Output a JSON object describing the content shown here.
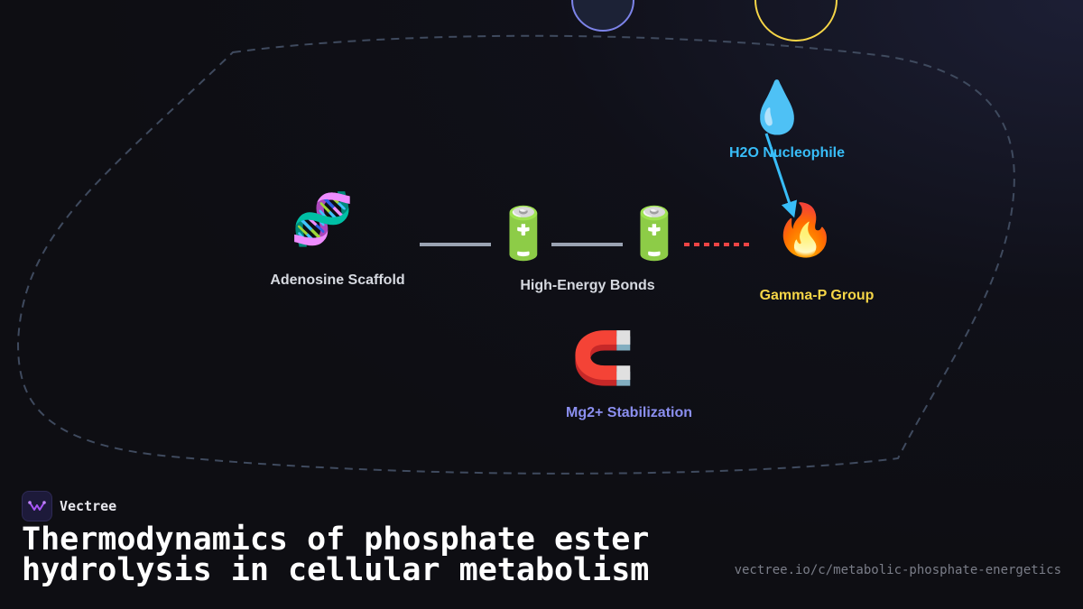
{
  "diagram": {
    "nodes": {
      "adenosine": {
        "label": "Adenosine Scaffold",
        "icon": "dna-icon",
        "glyph": "🧬",
        "color": "#d6d9e0"
      },
      "bond1": {
        "icon": "battery-icon",
        "glyph": "🔋"
      },
      "bond2": {
        "icon": "battery-icon",
        "glyph": "🔋"
      },
      "bonds": {
        "label": "High-Energy Bonds",
        "color": "#d6d9e0"
      },
      "gamma": {
        "label": "Gamma-P Group",
        "icon": "fire-icon",
        "glyph": "🔥",
        "color": "#f5d547"
      },
      "water": {
        "label": "H2O Nucleophile",
        "icon": "droplet-icon",
        "glyph": "💧",
        "color": "#38bdf8"
      },
      "mg": {
        "label": "Mg2+ Stabilization",
        "icon": "magnet-icon",
        "glyph": "🧲",
        "color": "#8b8ff0"
      }
    },
    "colors": {
      "bond_line": "#9aa3b2",
      "cleave_line": "#ef4444",
      "attack_arrow": "#38bdf8",
      "boundary": "#3f4a5e",
      "circle_left": "#7c83e8",
      "circle_right": "#f5d547"
    }
  },
  "brand": {
    "name": "Vectree",
    "icon": "vectree-logo-icon"
  },
  "title": "Thermodynamics of phosphate ester hydrolysis in cellular metabolism",
  "url": "vectree.io/c/metabolic-phosphate-energetics"
}
